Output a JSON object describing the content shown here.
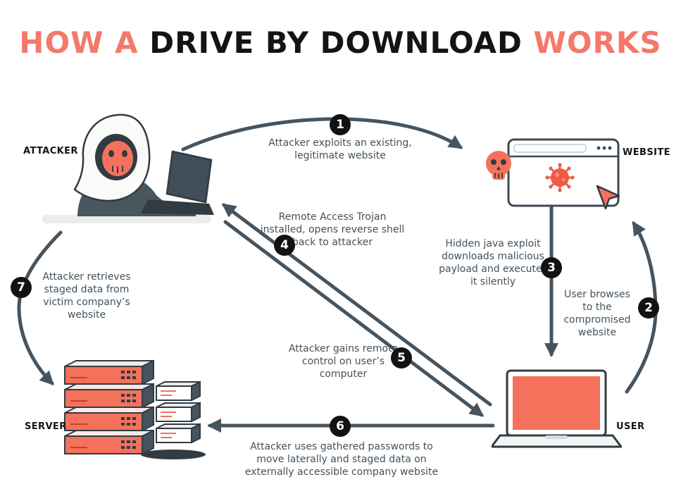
{
  "title": {
    "part1": "HOW A ",
    "part2": "DRIVE BY DOWNLOAD",
    "part3": " WORKS"
  },
  "colors": {
    "coral": "#f4725c",
    "coral_light": "#f4796b",
    "slate": "#46545f",
    "ink": "#313b42",
    "text": "#44525c",
    "badge_bg": "#121212"
  },
  "nodes": {
    "attacker": {
      "label": "ATTACKER"
    },
    "website": {
      "label": "WEBSITE"
    },
    "server": {
      "label": "SERVER"
    },
    "user": {
      "label": "USER"
    }
  },
  "steps": [
    {
      "num": "1",
      "text": "Attacker exploits an existing, legitimate website"
    },
    {
      "num": "2",
      "text": "User browses to the compromised website"
    },
    {
      "num": "3",
      "text": "Hidden java exploit downloads malicious payload and executes it silently"
    },
    {
      "num": "4",
      "text": "Remote Access Trojan installed, opens reverse shell back to attacker"
    },
    {
      "num": "5",
      "text": "Attacker gains remote control on user’s computer"
    },
    {
      "num": "6",
      "text": "Attacker uses gathered passwords to move laterally and staged data on externally accessible company website"
    },
    {
      "num": "7",
      "text": "Attacker retrieves staged data from victim company’s website"
    }
  ]
}
